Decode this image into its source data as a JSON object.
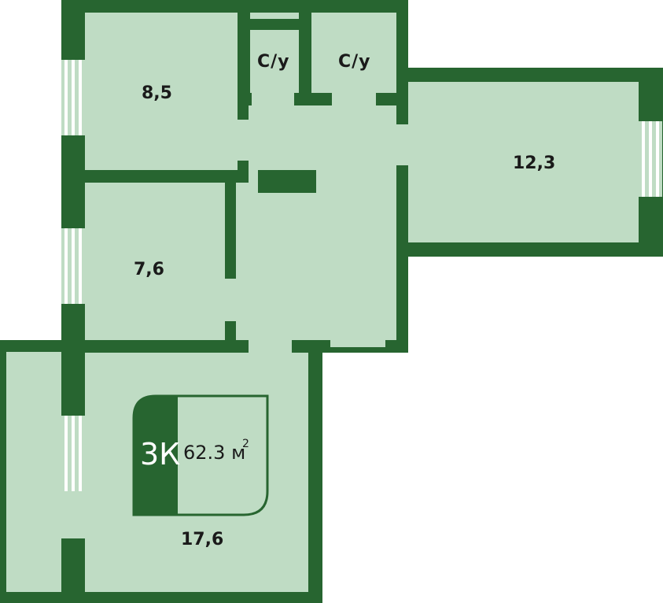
{
  "colors": {
    "wall": "#276530",
    "floor": "#bfdcc4",
    "window_glass": "#ffffff"
  },
  "rooms": [
    {
      "id": "room-top-left",
      "area_label": "8,5"
    },
    {
      "id": "bathroom-1",
      "area_label": "С/у"
    },
    {
      "id": "bathroom-2",
      "area_label": "С/у"
    },
    {
      "id": "room-right",
      "area_label": "12,3"
    },
    {
      "id": "room-middle-left",
      "area_label": "7,6"
    },
    {
      "id": "room-bottom",
      "area_label": "17,6"
    }
  ],
  "badge": {
    "type": "3К",
    "total_area": "62.3 м",
    "unit_exp": "2"
  }
}
